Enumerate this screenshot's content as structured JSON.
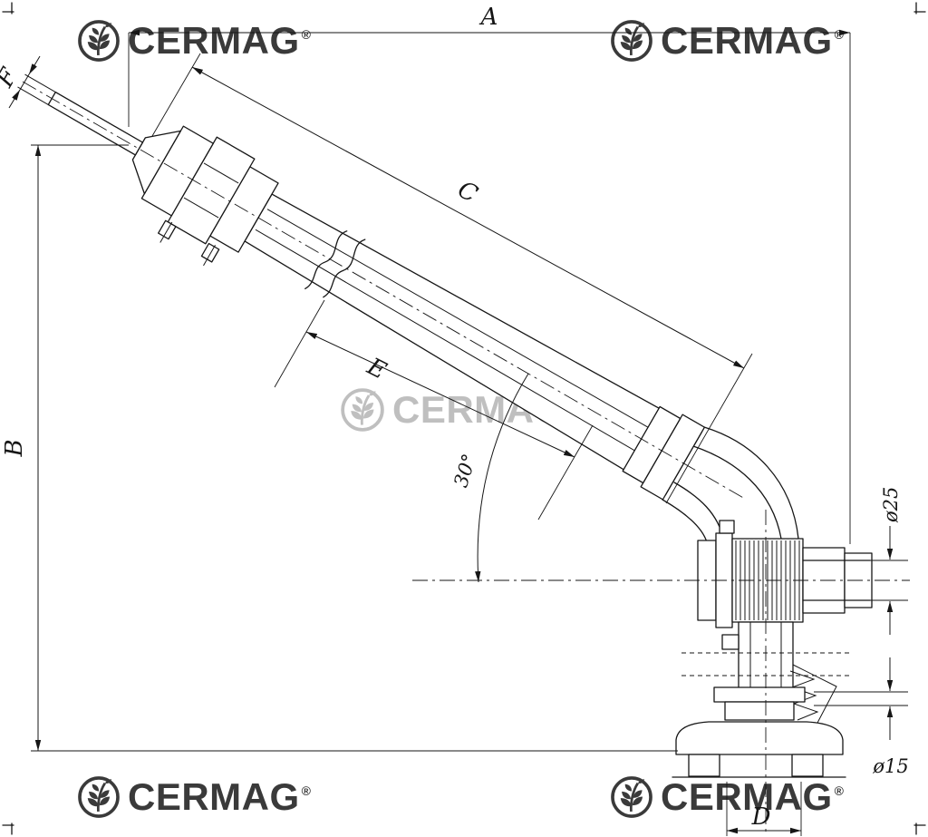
{
  "brand": {
    "name": "CERMAG",
    "registered": "®"
  },
  "labels": {
    "dim_a": "A",
    "dim_b": "B",
    "dim_c": "C",
    "dim_d": "D",
    "dim_e": "E",
    "dim_f": "F",
    "angle": "30°",
    "dia_shaft": "ø25",
    "dia_pin": "ø15"
  },
  "colors": {
    "line": "#161616",
    "logo_ink": "#3a3a3a",
    "watermark_ink": "#bfbfbf",
    "background": "#ffffff"
  }
}
